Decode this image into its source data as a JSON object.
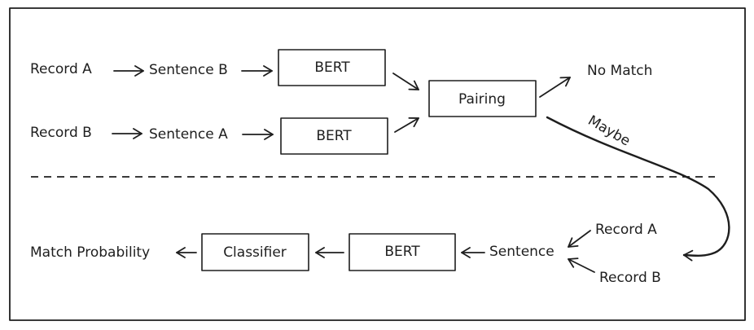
{
  "top": {
    "record_a": "Record A",
    "sentence_b": "Sentence B",
    "bert_1": "BERT",
    "record_b": "Record B",
    "sentence_a": "Sentence A",
    "bert_2": "BERT",
    "pairing": "Pairing",
    "no_match": "No Match",
    "maybe": "Maybe"
  },
  "bottom": {
    "record_a": "Record A",
    "record_b": "Record B",
    "sentence": "Sentence",
    "bert": "BERT",
    "classifier": "Classifier",
    "match_probability": "Match Probability"
  },
  "colors": {
    "bert_top_fill": "#a5d8ff",
    "bert_top_hatch": "#4dabf7",
    "pairing_fill": "#b2f2bb",
    "pairing_hatch": "#38d9a9",
    "bert_bottom_fill": "#ffc9c9",
    "bert_bottom_hatch": "#ff8787",
    "classifier_fill": "#ffec99",
    "classifier_hatch": "#fab005",
    "stroke": "#1e1e1e"
  }
}
